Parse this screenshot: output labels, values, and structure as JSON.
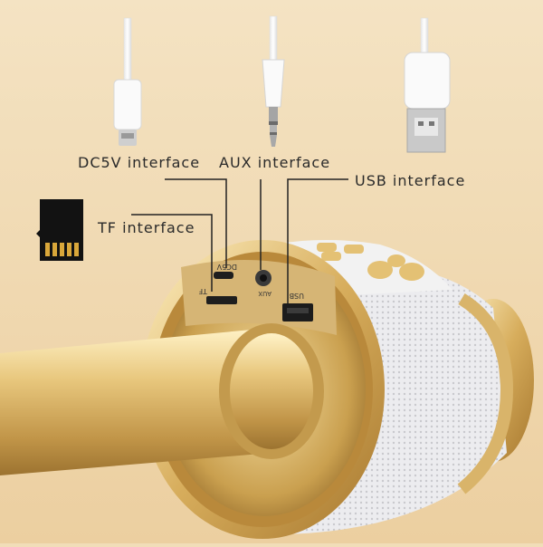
{
  "labels": {
    "dc5v": "DC5V interface",
    "aux": "AUX interface",
    "usb": "USB interface",
    "tf": "TF interface"
  },
  "panel_markings": {
    "dc": "DC5V",
    "aux": "AUX",
    "tf": "TF",
    "usb": "USB"
  },
  "colors": {
    "background": "#f1ddb8",
    "gold": "#d9b46a",
    "grille": "#e9e9ec",
    "cable": "#ffffff",
    "line": "#222222"
  },
  "icons": [
    "micro-usb-cable-icon",
    "aux-jack-cable-icon",
    "usb-a-cable-icon",
    "tf-card-icon"
  ]
}
